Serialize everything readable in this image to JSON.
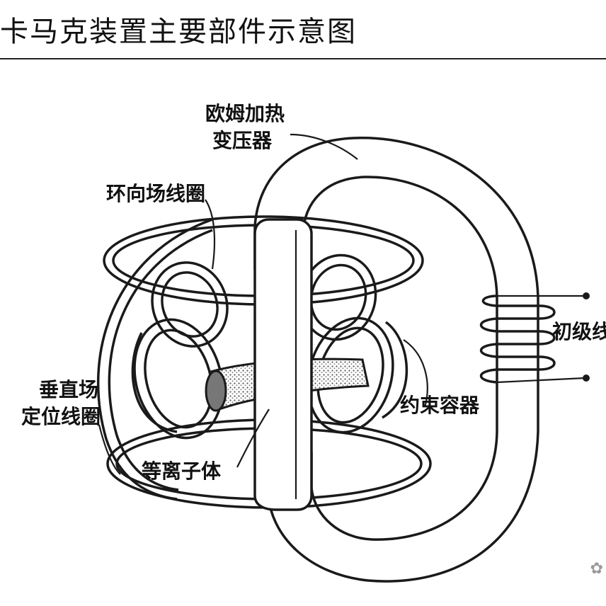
{
  "title": "卡马克装置主要部件示意图",
  "labels": {
    "ohmic_line1": "欧姆加热",
    "ohmic_line2": "变压器",
    "toroidal_coil": "环向场线圈",
    "primary": "初级线",
    "vertical_line1": "垂直场",
    "vertical_line2": "定位线圈",
    "vessel": "约束容器",
    "plasma": "等离子体"
  },
  "icons": {
    "watermark": "wechat-icon"
  },
  "colors": {
    "ink": "#1a1a1a",
    "background": "#ffffff"
  }
}
